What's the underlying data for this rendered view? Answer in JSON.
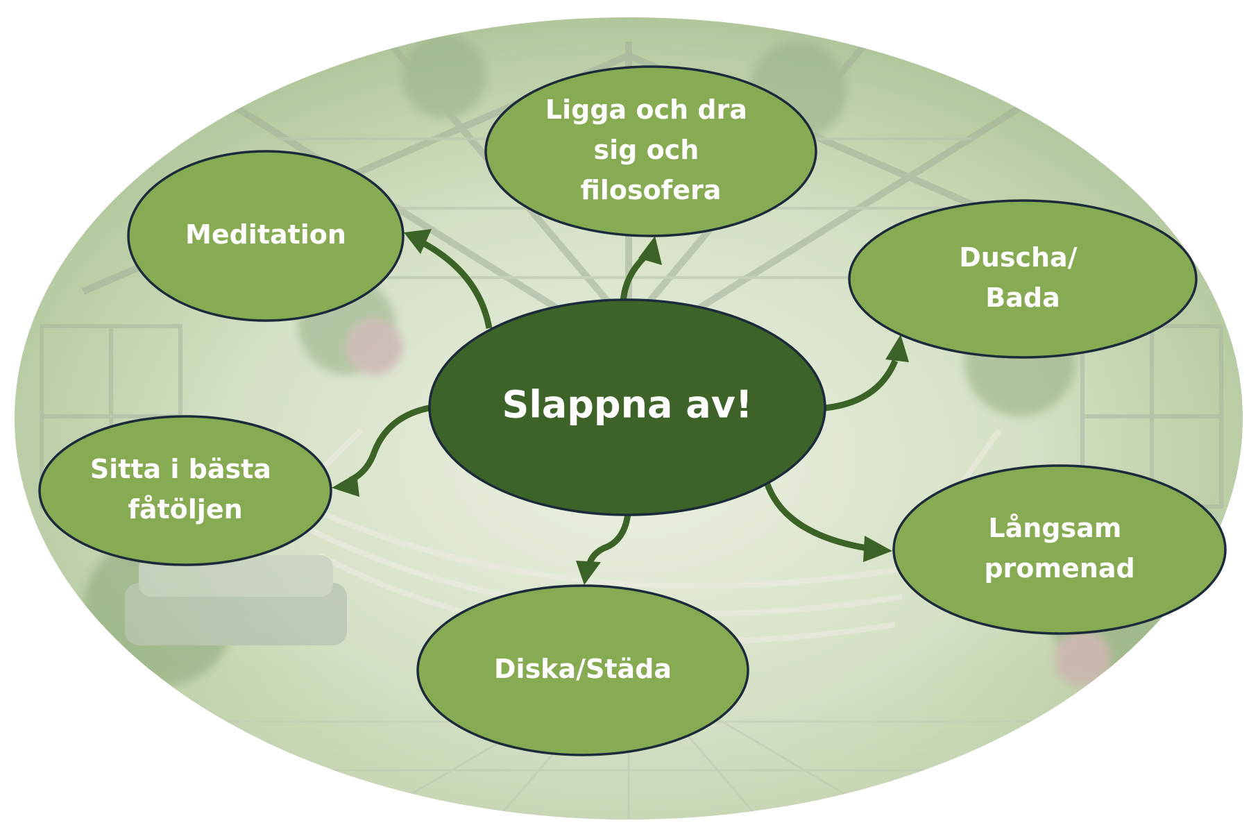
{
  "diagram": {
    "center": {
      "label": "Slappna av!"
    },
    "nodes": [
      {
        "id": "meditation",
        "lines": [
          "Meditation"
        ]
      },
      {
        "id": "philosophize",
        "lines": [
          "Ligga och dra",
          "sig och",
          "filosofera"
        ]
      },
      {
        "id": "shower",
        "lines": [
          "Duscha/",
          "Bada"
        ]
      },
      {
        "id": "armchair",
        "lines": [
          "Sitta i bästa",
          "fåtöljen"
        ]
      },
      {
        "id": "walk",
        "lines": [
          "Långsam",
          "promenad"
        ]
      },
      {
        "id": "dishes",
        "lines": [
          "Diska/Städa"
        ]
      }
    ]
  },
  "colors": {
    "node_fill": "#86ab52",
    "node_stroke": "#1c2b3c",
    "center_fill": "#3d6329",
    "arrow": "#3b6328",
    "backdrop_light": "#dbe6cc",
    "backdrop_dark": "#9fb886"
  }
}
